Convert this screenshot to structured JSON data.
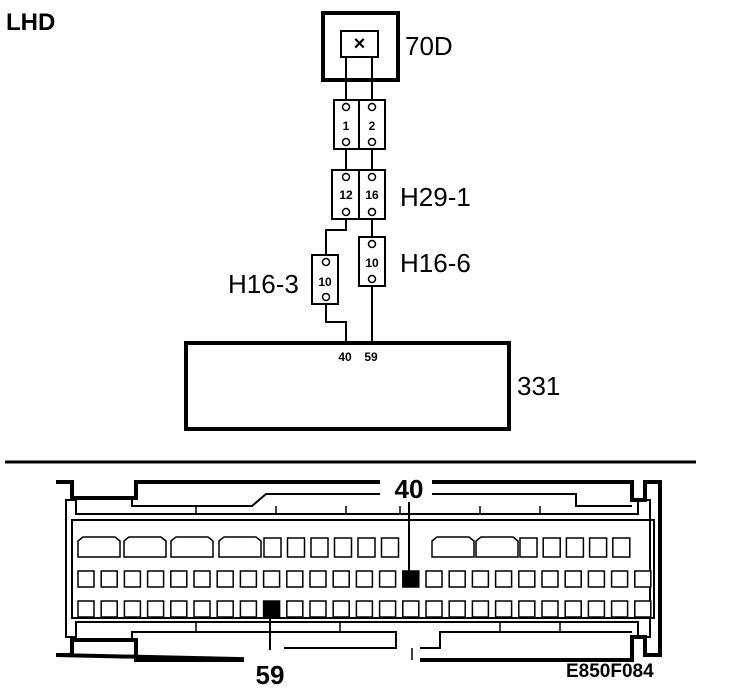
{
  "title": "LHD",
  "component_70d": {
    "label": "70D",
    "symbol": "×"
  },
  "connector_h29_1_upper": {
    "pins": [
      "1",
      "2"
    ]
  },
  "connector_h29_1": {
    "label": "H29-1",
    "pins": [
      "12",
      "16"
    ]
  },
  "connector_h16_3": {
    "label": "H16-3",
    "pin": "10"
  },
  "connector_h16_6": {
    "label": "H16-6",
    "pin": "10"
  },
  "module_331": {
    "label": "331",
    "pins": [
      "40",
      "59"
    ]
  },
  "connector_view": {
    "callout_top": "40",
    "callout_bottom": "59"
  },
  "figure_code": "E850F084"
}
